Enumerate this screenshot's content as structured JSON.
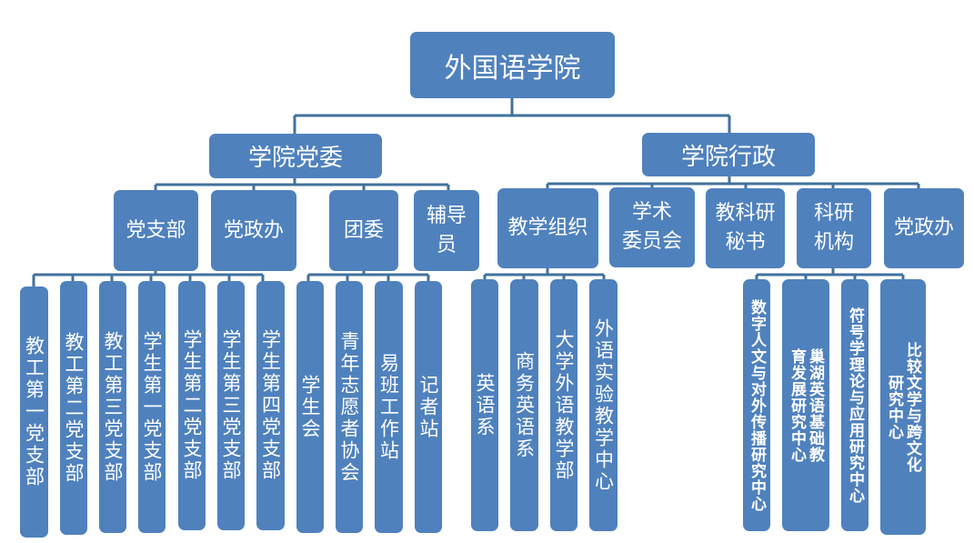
{
  "colors": {
    "box_fill": "#4f81bd",
    "connector": "#41719c",
    "text": "#ffffff"
  },
  "root": {
    "label": "外国语学院"
  },
  "branches": [
    {
      "label": "学院党委",
      "children": [
        {
          "label": "党支部",
          "children": [
            "教工第一党支部",
            "教工第二党支部",
            "教工第三党支部",
            "学生第一党支部",
            "学生第二党支部",
            "学生第三党支部",
            "学生第四党支部"
          ]
        },
        {
          "label": "党政办",
          "children": []
        },
        {
          "label": "团委",
          "children": [
            "学生会",
            "青年志愿者协会",
            "易班工作站",
            "记者站"
          ]
        },
        {
          "label": "辅导\n员",
          "children": []
        }
      ]
    },
    {
      "label": "学院行政",
      "children": [
        {
          "label": "教学组织",
          "children": [
            "英语系",
            "商务英语系",
            "大学外语教学部",
            "外语实验教学中心"
          ]
        },
        {
          "label": "学术\n委员会",
          "children": []
        },
        {
          "label": "教科研\n秘书",
          "children": []
        },
        {
          "label": "科研\n机构",
          "children": [
            "数字人文与对外传播研究中心",
            "巢湖英语基础教育发展研究中心",
            "符号学理论与应用研究中心",
            "比较文学与跨文化研究中心"
          ]
        },
        {
          "label": "党政办",
          "children": []
        }
      ]
    }
  ]
}
